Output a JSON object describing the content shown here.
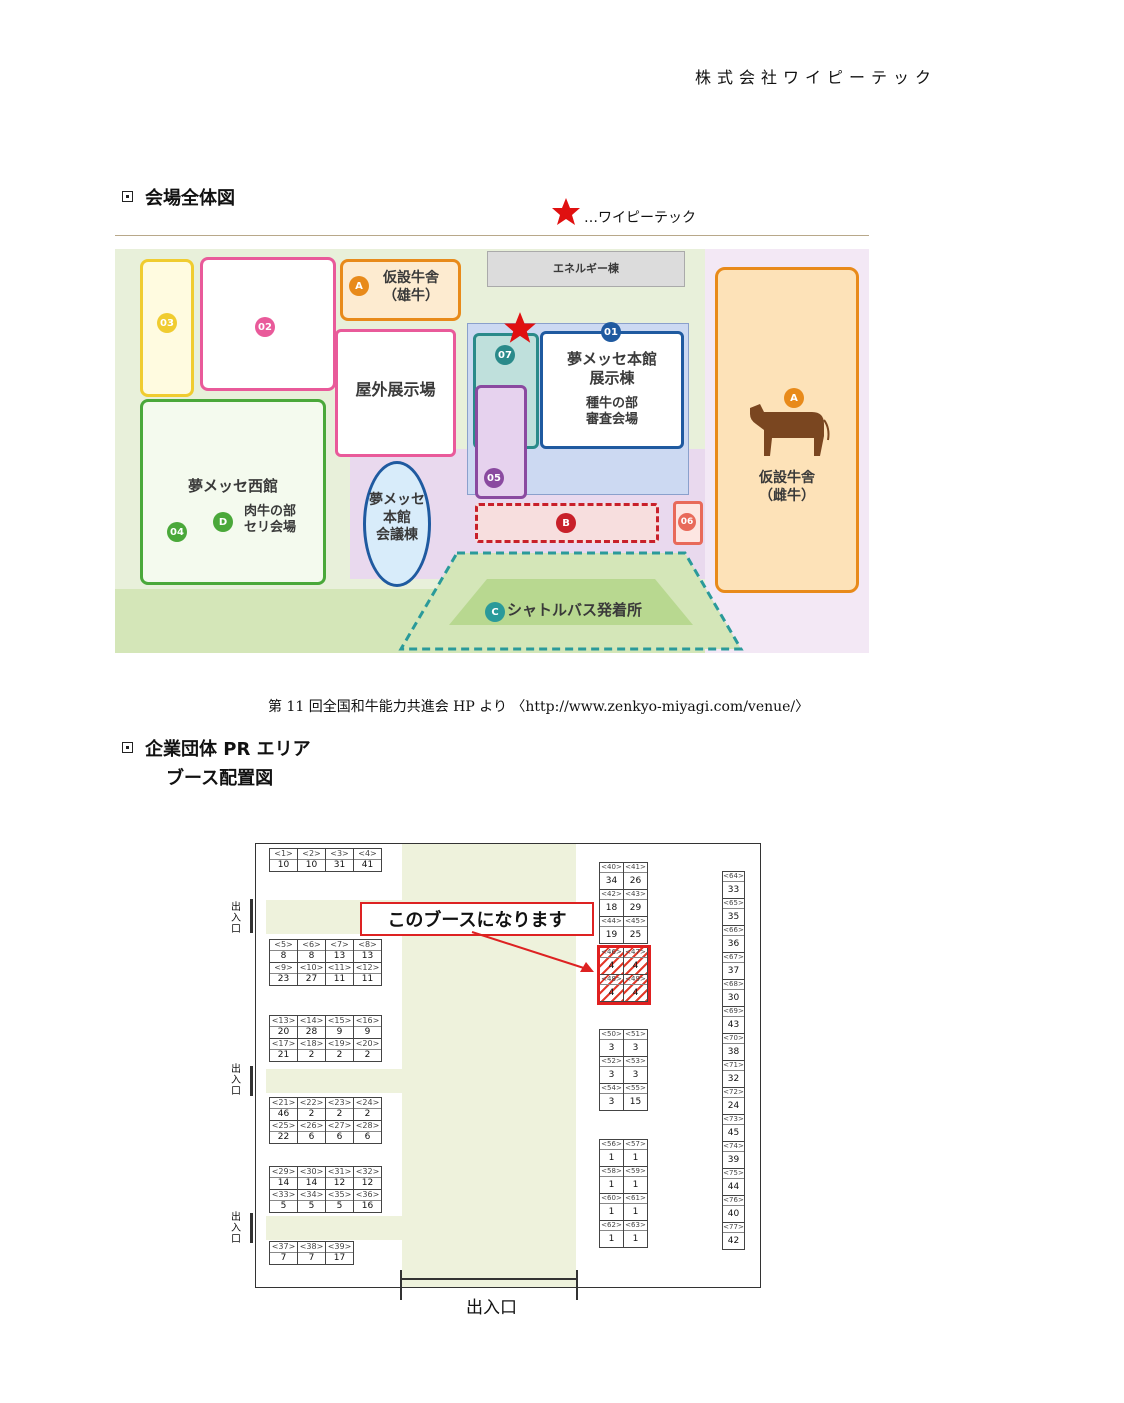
{
  "header": {
    "company": "株式会社ワイピーテック"
  },
  "section1": {
    "title": "会場全体図",
    "legend": "…ワイピーテック",
    "caption": "第 11 回全国和牛能力共進会 HP より 〈http://www.zenkyo-miyagi.com/venue/〉"
  },
  "venue": {
    "energy": "エネルギー棟",
    "temp_bull_line1": "仮設牛舎",
    "temp_bull_line2": "（雄牛）",
    "outdoor": "屋外展示場",
    "main_line1": "夢メッセ本館",
    "main_line2": "展示棟",
    "main_line3": "種牛の部",
    "main_line4": "審査会場",
    "west_line1": "夢メッセ西館",
    "west_line2": "肉牛の部",
    "west_line3": "セリ会場",
    "conf_line1": "夢メッセ",
    "conf_line2": "本館",
    "conf_line3": "会議棟",
    "temp_cow_line1": "仮設牛舎",
    "temp_cow_line2": "（雌牛）",
    "bus": "シャトルバス発着所",
    "pins": {
      "p01": "01",
      "p02": "02",
      "p03": "03",
      "p04": "04",
      "p05": "05",
      "p06": "06",
      "p07": "07",
      "pA1": "A",
      "pA2": "A",
      "pB": "B",
      "pC": "C",
      "pD": "D"
    },
    "colors": {
      "orange": "#e88a1a",
      "pink": "#e95a9a",
      "yellow": "#f0cc30",
      "green": "#4aa83a",
      "blue": "#1f5aa0",
      "teal": "#2a8a8a",
      "purple": "#8a4aa0",
      "red": "#c8202a",
      "lightblue": "#5aa8e0"
    }
  },
  "section2": {
    "title_line1": "企業団体 PR エリア",
    "title_line2": "ブース配置図"
  },
  "booths": {
    "callout": "このブースになります",
    "entrance": "出入口",
    "side_entrance": "出入口",
    "g1": [
      [
        [
          "<1>",
          "10"
        ],
        [
          "<2>",
          "10"
        ],
        [
          "<3>",
          "31"
        ],
        [
          "<4>",
          "41"
        ]
      ]
    ],
    "g2": [
      [
        [
          "<5>",
          "8"
        ],
        [
          "<6>",
          "8"
        ],
        [
          "<7>",
          "13"
        ],
        [
          "<8>",
          "13"
        ]
      ],
      [
        [
          "<9>",
          "23"
        ],
        [
          "<10>",
          "27"
        ],
        [
          "<11>",
          "11"
        ],
        [
          "<12>",
          "11"
        ]
      ]
    ],
    "g3": [
      [
        [
          "<13>",
          "20"
        ],
        [
          "<14>",
          "28"
        ],
        [
          "<15>",
          "9"
        ],
        [
          "<16>",
          "9"
        ]
      ],
      [
        [
          "<17>",
          "21"
        ],
        [
          "<18>",
          "2"
        ],
        [
          "<19>",
          "2"
        ],
        [
          "<20>",
          "2"
        ]
      ]
    ],
    "g4": [
      [
        [
          "<21>",
          "46"
        ],
        [
          "<22>",
          "2"
        ],
        [
          "<23>",
          "2"
        ],
        [
          "<24>",
          "2"
        ]
      ],
      [
        [
          "<25>",
          "22"
        ],
        [
          "<26>",
          "6"
        ],
        [
          "<27>",
          "6"
        ],
        [
          "<28>",
          "6"
        ]
      ]
    ],
    "g5": [
      [
        [
          "<29>",
          "14"
        ],
        [
          "<30>",
          "14"
        ],
        [
          "<31>",
          "12"
        ],
        [
          "<32>",
          "12"
        ]
      ],
      [
        [
          "<33>",
          "5"
        ],
        [
          "<34>",
          "5"
        ],
        [
          "<35>",
          "5"
        ],
        [
          "<36>",
          "16"
        ]
      ]
    ],
    "g6": [
      [
        [
          "<37>",
          "7"
        ],
        [
          "<38>",
          "7"
        ],
        [
          "<39>",
          "17"
        ]
      ]
    ],
    "m1": [
      [
        [
          "<40>",
          "34"
        ],
        [
          "<41>",
          "26"
        ]
      ],
      [
        [
          "<42>",
          "18"
        ],
        [
          "<43>",
          "29"
        ]
      ],
      [
        [
          "<44>",
          "19"
        ],
        [
          "<45>",
          "25"
        ]
      ]
    ],
    "m2": [
      [
        [
          "<46>",
          "4"
        ],
        [
          "<47>",
          "4"
        ]
      ],
      [
        [
          "<48>",
          "4"
        ],
        [
          "<49>",
          "4"
        ]
      ]
    ],
    "m3": [
      [
        [
          "<50>",
          "3"
        ],
        [
          "<51>",
          "3"
        ]
      ],
      [
        [
          "<52>",
          "3"
        ],
        [
          "<53>",
          "3"
        ]
      ],
      [
        [
          "<54>",
          "3"
        ],
        [
          "<55>",
          "15"
        ]
      ]
    ],
    "m4": [
      [
        [
          "<56>",
          "1"
        ],
        [
          "<57>",
          "1"
        ]
      ],
      [
        [
          "<58>",
          "1"
        ],
        [
          "<59>",
          "1"
        ]
      ],
      [
        [
          "<60>",
          "1"
        ],
        [
          "<61>",
          "1"
        ]
      ],
      [
        [
          "<62>",
          "1"
        ],
        [
          "<63>",
          "1"
        ]
      ]
    ],
    "right": [
      [
        "<64>",
        "33"
      ],
      [
        "<65>",
        "35"
      ],
      [
        "<66>",
        "36"
      ],
      [
        "<67>",
        "37"
      ],
      [
        "<68>",
        "30"
      ],
      [
        "<69>",
        "43"
      ],
      [
        "<70>",
        "38"
      ],
      [
        "<71>",
        "32"
      ],
      [
        "<72>",
        "24"
      ],
      [
        "<73>",
        "45"
      ],
      [
        "<74>",
        "39"
      ],
      [
        "<75>",
        "44"
      ],
      [
        "<76>",
        "40"
      ],
      [
        "<77>",
        "42"
      ]
    ]
  }
}
